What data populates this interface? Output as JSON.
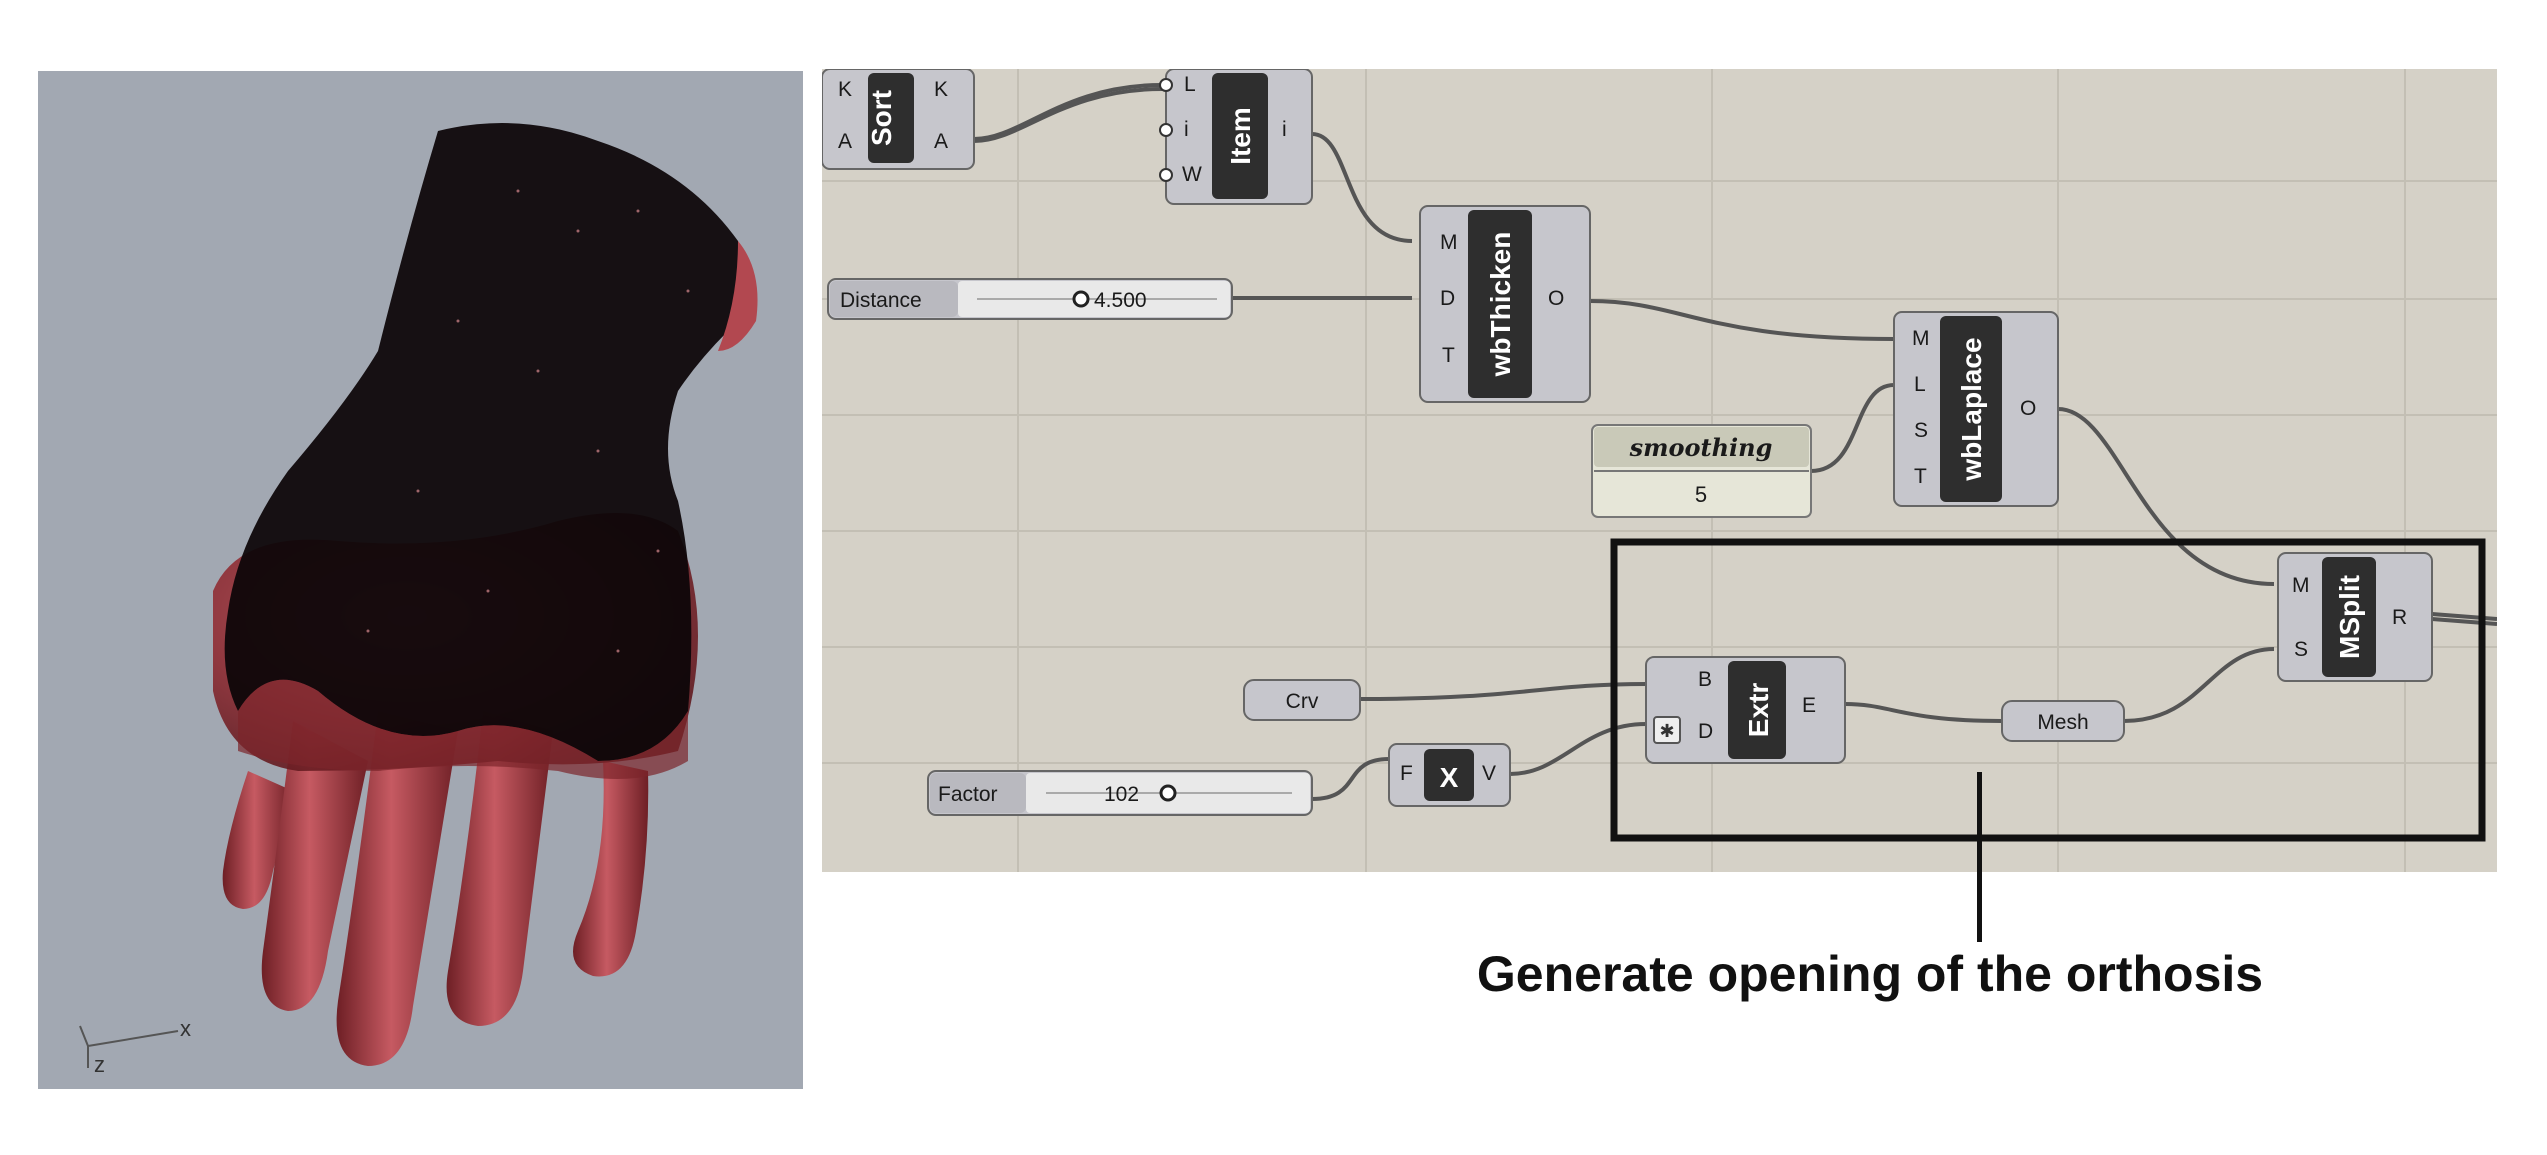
{
  "viewport": {
    "axis_x": "x",
    "axis_z": "z"
  },
  "components": {
    "sort": {
      "name": "Sort",
      "inputs": [
        "K",
        "A"
      ],
      "outputs": [
        "K",
        "A"
      ]
    },
    "item": {
      "name": "Item",
      "inputs": [
        "L",
        "i",
        "W"
      ],
      "outputs": [
        "i"
      ]
    },
    "thicken": {
      "name": "wbThicken",
      "inputs": [
        "M",
        "D",
        "T"
      ],
      "outputs": [
        "O"
      ]
    },
    "laplace": {
      "name": "wbLaplace",
      "inputs": [
        "M",
        "L",
        "S",
        "T"
      ],
      "outputs": [
        "O"
      ]
    },
    "msplit": {
      "name": "MSplit",
      "inputs": [
        "M",
        "S"
      ],
      "outputs": [
        "R"
      ]
    },
    "extr": {
      "name": "Extr",
      "inputs": [
        "B",
        "D"
      ],
      "outputs": [
        "E"
      ]
    },
    "multiply": {
      "name": "X",
      "inputs": [
        "F"
      ],
      "outputs": [
        "V"
      ]
    }
  },
  "sliders": {
    "distance": {
      "name": "Distance",
      "value": "4.500"
    },
    "factor": {
      "name": "Factor",
      "value": "102"
    }
  },
  "panel": {
    "title": "smoothing",
    "value": "5"
  },
  "params": {
    "crv": "Crv",
    "mesh": "Mesh"
  },
  "caption": "Generate opening of the orthosis",
  "colors": {
    "canvas": "#d5d1c7",
    "component": "#c6c6cc",
    "label_dark": "#2e2e2e",
    "wire": "#555555",
    "flesh": "#8a2a30"
  }
}
